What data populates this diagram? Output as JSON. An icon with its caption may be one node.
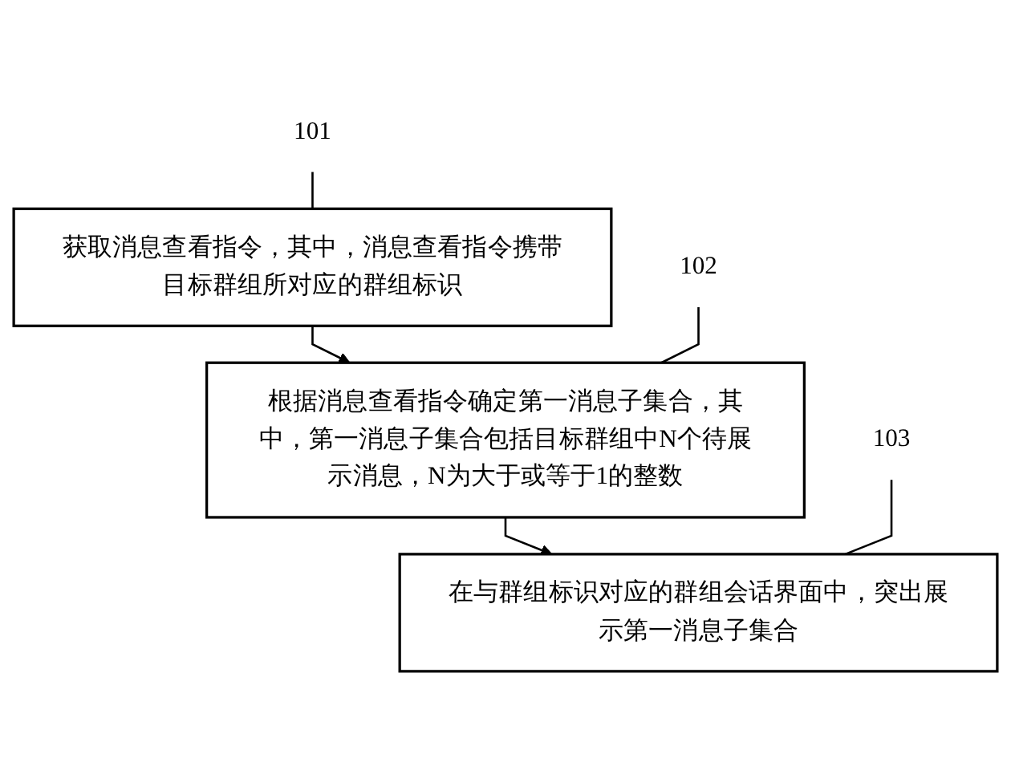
{
  "diagram": {
    "nodes": [
      {
        "text": [
          "获取消息查看指令，其中，消息查看指令携带目标群组所对应的群组标识"
        ]
      },
      {
        "text": [
          "101"
        ]
      },
      {
        "text": [
          "根据消息查看指令确定第一消息子集合，其中，第一消息子集合包括目标群组中N个待展示消息，N为大于或等于1的整数"
        ]
      },
      {
        "text": [
          "102"
        ]
      },
      {
        "text": [
          "在与群组标识对应的群组会话界面中，突出展示第一消息子集合"
        ]
      },
      {
        "text": [
          "103"
        ]
      }
    ],
    "edges": [
      {
        "from": 0,
        "to": 2,
        "arrow": "to"
      },
      {
        "from": 2,
        "to": 4,
        "arrow": "to"
      },
      {
        "from": 1,
        "to": 0,
        "arrow": "none"
      },
      {
        "from": 3,
        "to": 2,
        "arrow": "none"
      },
      {
        "from": 5,
        "to": 4,
        "arrow": "none"
      }
    ]
  }
}
